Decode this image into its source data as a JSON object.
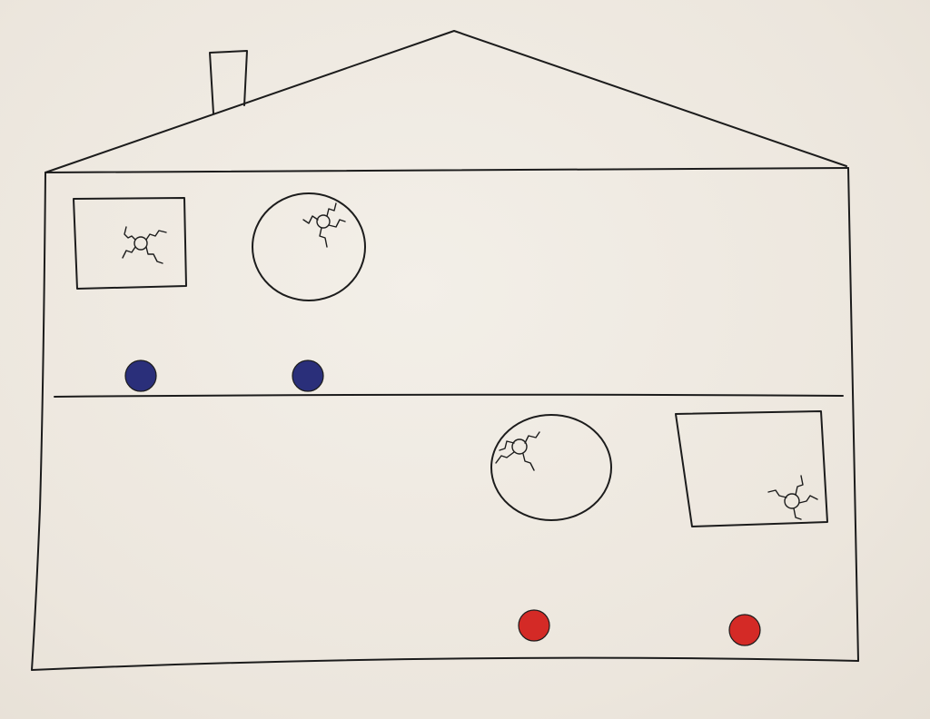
{
  "colors": {
    "paper": "#f0ebe3",
    "ink": "#1c1c1c",
    "blue_ball": "#2a2f7a",
    "red_ball": "#d42a26"
  },
  "balls": {
    "upper_floor": {
      "count": 2,
      "color": "blue"
    },
    "lower_floor": {
      "count": 2,
      "color": "red"
    }
  },
  "figures": {
    "upper_floor": [
      "spider-in-square-frame",
      "spider-in-circle-frame"
    ],
    "lower_floor": [
      "spider-in-circle-frame",
      "spider-in-square-frame"
    ]
  }
}
